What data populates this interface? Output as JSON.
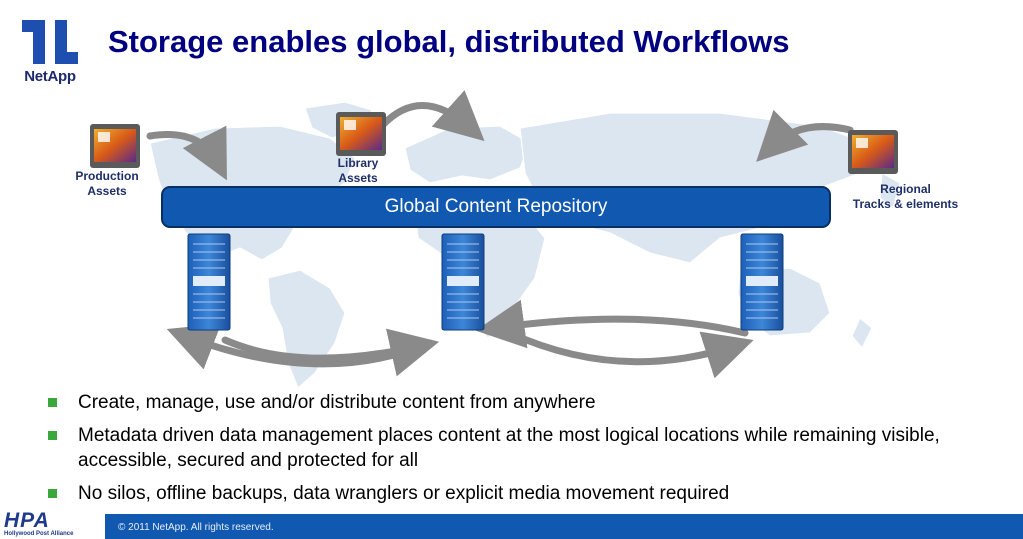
{
  "title": "Storage enables global, distributed Workflows",
  "logo": {
    "text": "NetApp"
  },
  "diagram": {
    "repository_label": "Global Content Repository",
    "labels": {
      "production": [
        "Production",
        "Assets"
      ],
      "library": [
        "Library",
        "Assets"
      ],
      "regional": [
        "Regional",
        "Tracks & elements"
      ]
    }
  },
  "bullets": [
    "Create, manage, use and/or distribute content from anywhere",
    "Metadata driven data management places content at the most logical locations while remaining visible, accessible, secured and protected for all",
    "No silos, offline backups, data wranglers or explicit media movement required"
  ],
  "footer": {
    "copyright": "© 2011 NetApp.  All rights reserved.",
    "hpa_letters": "HPA",
    "hpa_subtitle": "Hollywood Post Alliance"
  },
  "colors": {
    "accent_blue": "#1058b0",
    "title_blue": "#000080",
    "bullet_green": "#3aa83a"
  }
}
